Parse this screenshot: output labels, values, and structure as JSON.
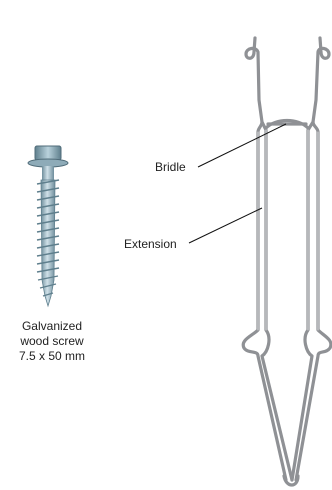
{
  "screw": {
    "caption_lines": [
      "Galvanized",
      "wood screw",
      "7.5 x 50 mm"
    ]
  },
  "wire_tie": {
    "labels": {
      "bridle": "Bridle",
      "extension": "Extension"
    }
  },
  "colors": {
    "wire": "#9c9ea2",
    "wire_highlight": "#d6d8db",
    "screw_body": "#a9c3cf",
    "screw_shadow": "#6f8e9c",
    "annotation_line": "#111111"
  }
}
